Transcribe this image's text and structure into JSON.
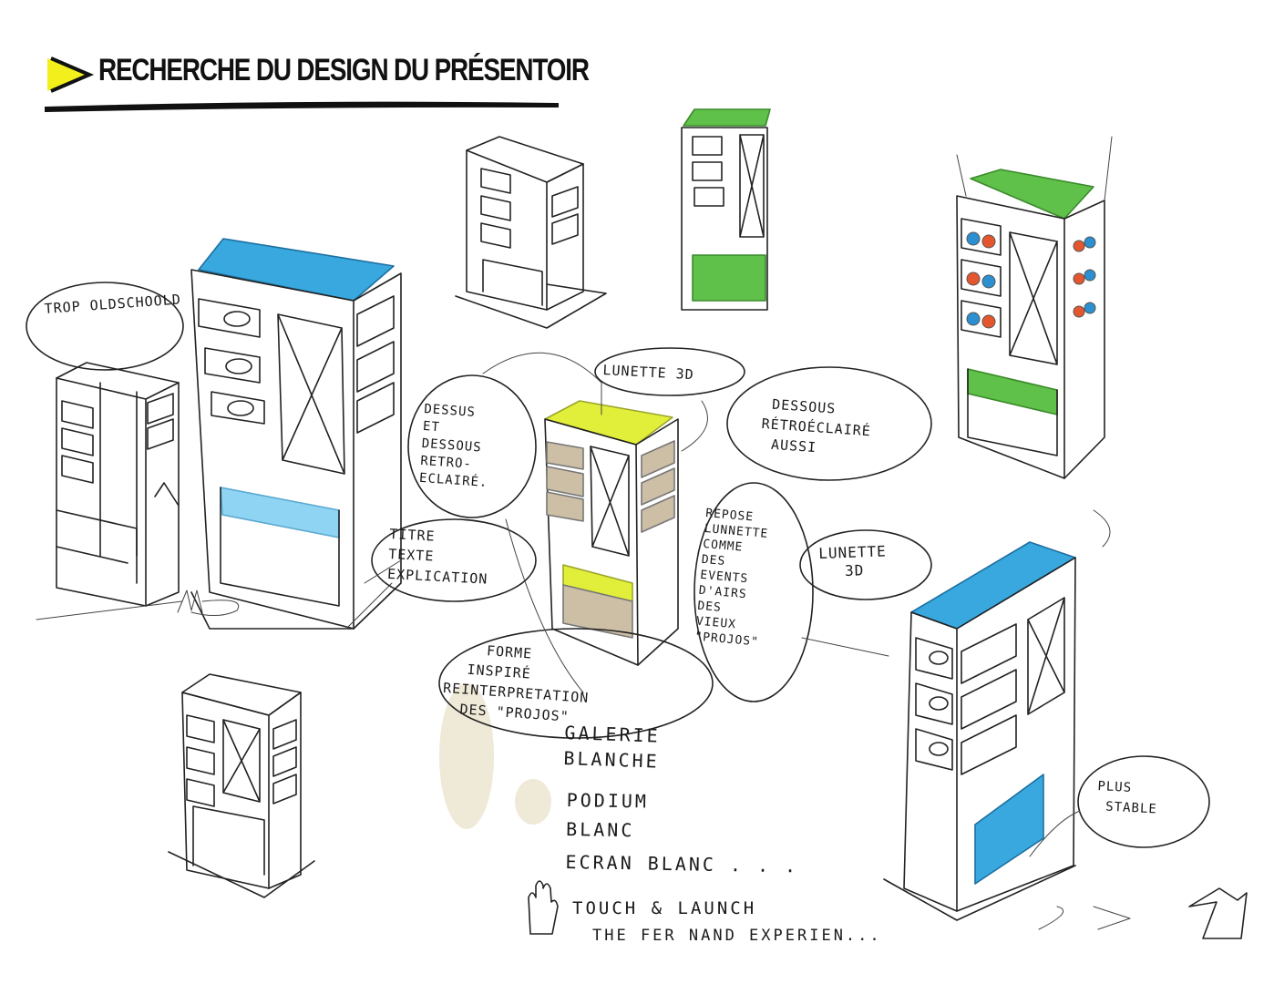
{
  "header": {
    "title": "RECHERCHE DU DESIGN DU PRÉSENTOIR",
    "bullet_icon": "yellow-arrow-icon",
    "accent_color": "#f2ef1c"
  },
  "annotations": {
    "trop_old_school": "TROP OLDSCHOOLD",
    "lunette_3d_top": "LUNETTE 3D",
    "dessus_dessous": [
      "DESSUS",
      "ET",
      "DESSOUS",
      "RETRO-",
      "ECLAIRÉ."
    ],
    "dessous_retro": [
      "DESSOUS",
      "RÉTROÉCLAIRÉ",
      "AUSSI"
    ],
    "titre_texte": [
      "TITRE",
      "TEXTE",
      "EXPLICATION"
    ],
    "repose_lunette": [
      "REPOSE",
      "LUNNETTE",
      "COMME",
      "DES",
      "EVENTS",
      "D'AIRS",
      "DES",
      "VIEUX",
      "\"PROJOS\""
    ],
    "lunette_3d_right": [
      "LUNETTE",
      "3D"
    ],
    "forme_inspire": [
      "FORME",
      "INSPIRÉ",
      "REINTERPRETATION",
      "DES \"PROJOS\""
    ],
    "plus_stable": [
      "PLUS",
      "STABLE"
    ]
  },
  "notes_list": [
    "GALERIE",
    "BLANCHE",
    "PODIUM",
    "BLANC",
    "ECRAN BLANC . . ."
  ],
  "touch_launch": {
    "icon": "hand-icon",
    "line1": "TOUCH & LAUNCH",
    "line2": "THE FER NAND EXPERIEN..."
  },
  "next_icon": "arrow-down-right-icon",
  "colors": {
    "backlight_blue": "#38a8de",
    "backlight_green": "#5fc04a",
    "backlight_yellow": "#e2ef3a"
  }
}
